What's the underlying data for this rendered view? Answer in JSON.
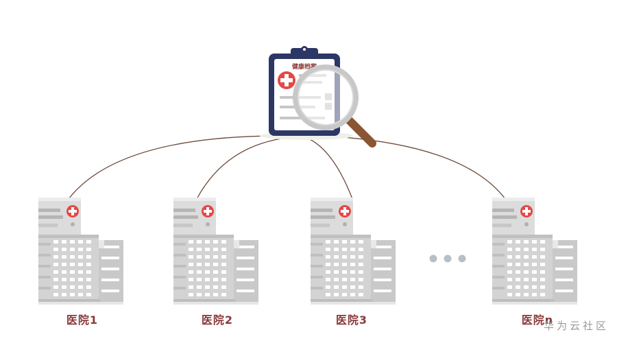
{
  "record": {
    "title": "健康档案"
  },
  "hospitals": [
    {
      "label": "医院1"
    },
    {
      "label": "医院2"
    },
    {
      "label": "医院3"
    },
    {
      "label": "医院n"
    }
  ],
  "ellipsis_dots": 3,
  "colors": {
    "connector": "#6b4a3a",
    "clipboard_border": "#2c3766",
    "cross": "#e54848",
    "building": "#d2d2d2",
    "building_shade": "#bdbdbd",
    "dots": "#b7bfc9",
    "label": "#8a3a3a"
  },
  "watermark": "华为云社区"
}
